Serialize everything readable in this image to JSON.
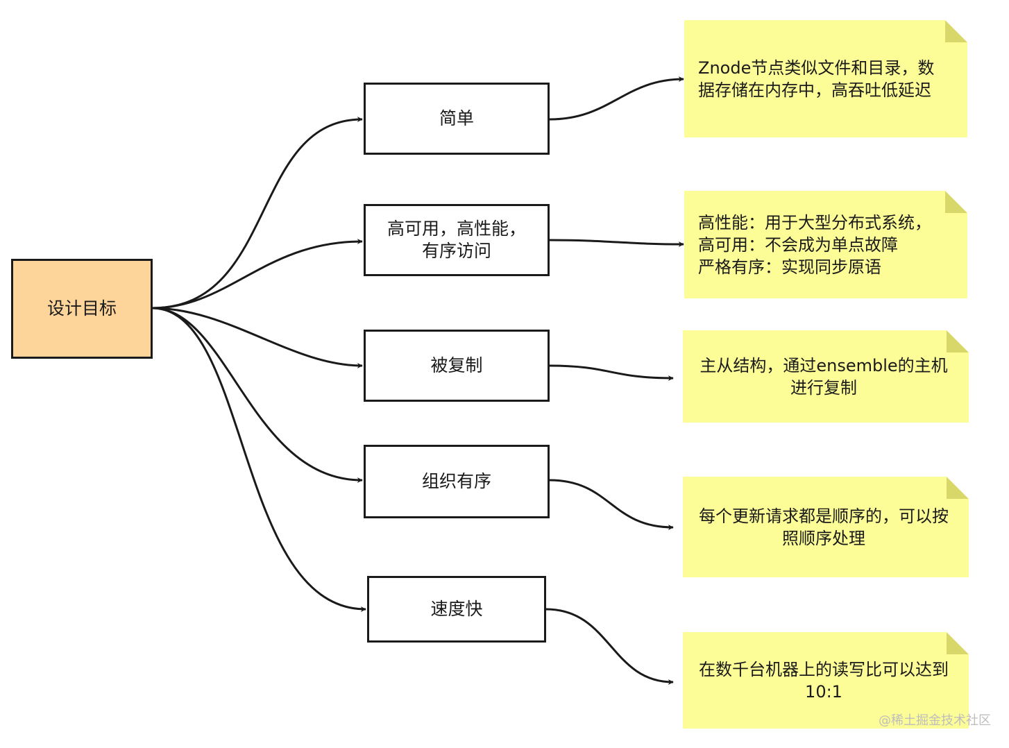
{
  "root": {
    "label": "设计目标"
  },
  "goals": [
    {
      "label": "简单"
    },
    {
      "label": "高可用，高性能，\n有序访问"
    },
    {
      "label": "被复制"
    },
    {
      "label": "组织有序"
    },
    {
      "label": "速度快"
    }
  ],
  "notes": [
    {
      "text": "Znode节点类似文件和目录，数据存储在内存中，高吞吐低延迟"
    },
    {
      "text": "高性能：用于大型分布式系统，\n高可用：不会成为单点故障\n严格有序：实现同步原语"
    },
    {
      "text": "主从结构，通过ensemble的主机进行复制"
    },
    {
      "text": "每个更新请求都是顺序的，可以按照顺序处理"
    },
    {
      "text": "在数千台机器上的读写比可以达到10:1"
    }
  ],
  "watermark": "@稀土掘金技术社区",
  "colors": {
    "root_fill": "#fdd59b",
    "note_fill": "#fdfd97",
    "note_fold": "#d8d86a",
    "stroke": "#1a1a1a"
  }
}
